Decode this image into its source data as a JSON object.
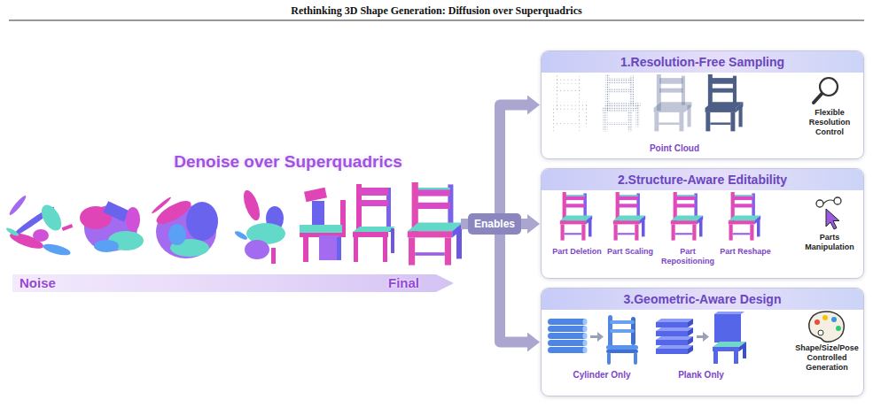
{
  "diagram": {
    "title": "Rethinking 3D Shape Generation: Diffusion over Superquadrics",
    "nodes": [
      {
        "text": [
          "Noise",
          "Final"
        ]
      },
      {
        "text": [
          "Enables"
        ]
      },
      {
        "text": [
          "1.Resolution-Free Sampling",
          "Point Cloud",
          "Flexible Resolution Control"
        ]
      },
      {
        "text": [
          "2.Structure-Aware Editability",
          "Part Deletion",
          "Part Scaling",
          "Part Repositioning",
          "Part Reshape",
          "Parts Manipulation"
        ]
      },
      {
        "text": [
          "3.Geometric-Aware Design",
          "Cylinder Only",
          "Plank Only",
          "Shape/Size/Pose Controlled Generation"
        ]
      }
    ],
    "edges": [
      {
        "from": 1,
        "to": 2,
        "arrow": "to"
      },
      {
        "from": 1,
        "to": 3,
        "arrow": "to"
      },
      {
        "from": 1,
        "to": 4,
        "arrow": "to"
      }
    ],
    "labels": [
      "Denoise over Superquadrics"
    ]
  }
}
